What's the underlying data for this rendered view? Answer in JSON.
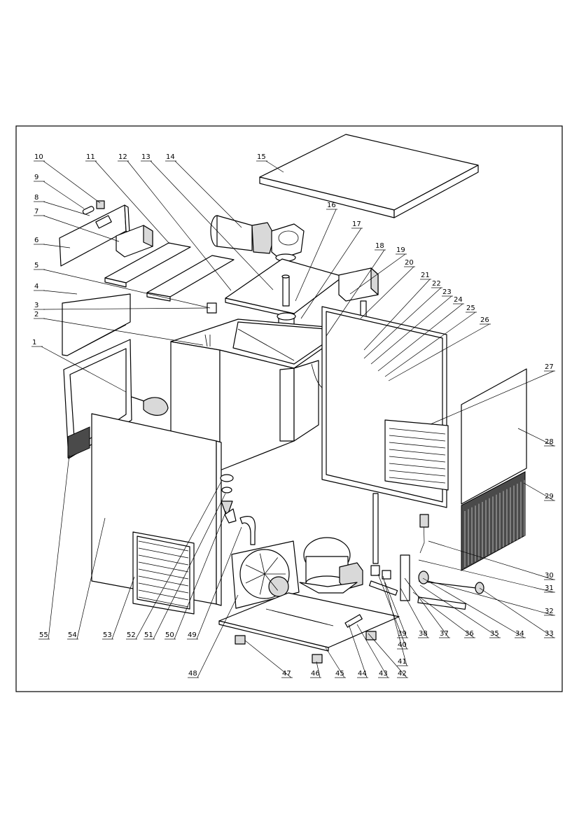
{
  "callouts": [
    {
      "num": "1"
    },
    {
      "num": "2"
    },
    {
      "num": "3"
    },
    {
      "num": "4"
    },
    {
      "num": "5"
    },
    {
      "num": "6"
    },
    {
      "num": "7"
    },
    {
      "num": "8"
    },
    {
      "num": "9"
    },
    {
      "num": "10"
    },
    {
      "num": "11"
    },
    {
      "num": "12"
    },
    {
      "num": "13"
    },
    {
      "num": "14"
    },
    {
      "num": "15"
    },
    {
      "num": "16"
    },
    {
      "num": "17"
    },
    {
      "num": "18"
    },
    {
      "num": "19"
    },
    {
      "num": "20"
    },
    {
      "num": "21"
    },
    {
      "num": "22"
    },
    {
      "num": "23"
    },
    {
      "num": "24"
    },
    {
      "num": "25"
    },
    {
      "num": "26"
    },
    {
      "num": "27"
    },
    {
      "num": "28"
    },
    {
      "num": "29"
    },
    {
      "num": "30"
    },
    {
      "num": "31"
    },
    {
      "num": "32"
    },
    {
      "num": "33"
    },
    {
      "num": "34"
    },
    {
      "num": "35"
    },
    {
      "num": "36"
    },
    {
      "num": "37"
    },
    {
      "num": "38"
    },
    {
      "num": "39"
    },
    {
      "num": "40"
    },
    {
      "num": "41"
    },
    {
      "num": "42"
    },
    {
      "num": "43"
    },
    {
      "num": "44"
    },
    {
      "num": "45"
    },
    {
      "num": "46"
    },
    {
      "num": "47"
    },
    {
      "num": "48"
    },
    {
      "num": "49"
    },
    {
      "num": "50"
    },
    {
      "num": "51"
    },
    {
      "num": "52"
    },
    {
      "num": "53"
    },
    {
      "num": "54"
    },
    {
      "num": "55"
    }
  ]
}
